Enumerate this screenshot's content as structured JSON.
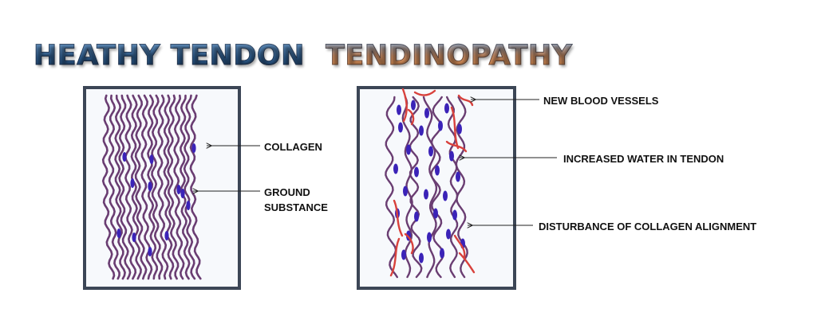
{
  "titles": {
    "healthy": "HEATHY TENDON",
    "tendinopathy": "TENDINOPATHY"
  },
  "labels": {
    "collagen": "COLLAGEN",
    "ground_line1": "GROUND",
    "ground_line2": "SUBSTANCE",
    "new_blood_vessels": "NEW BLOOD VESSELS",
    "increased_water": "INCREASED WATER IN TENDON",
    "disturbance": "DISTURBANCE OF COLLAGEN ALIGNMENT"
  },
  "colors": {
    "fiber": "#6a3d72",
    "cell": "#3b23b8",
    "vessel": "#d8413c",
    "frame": "#3c4656"
  }
}
